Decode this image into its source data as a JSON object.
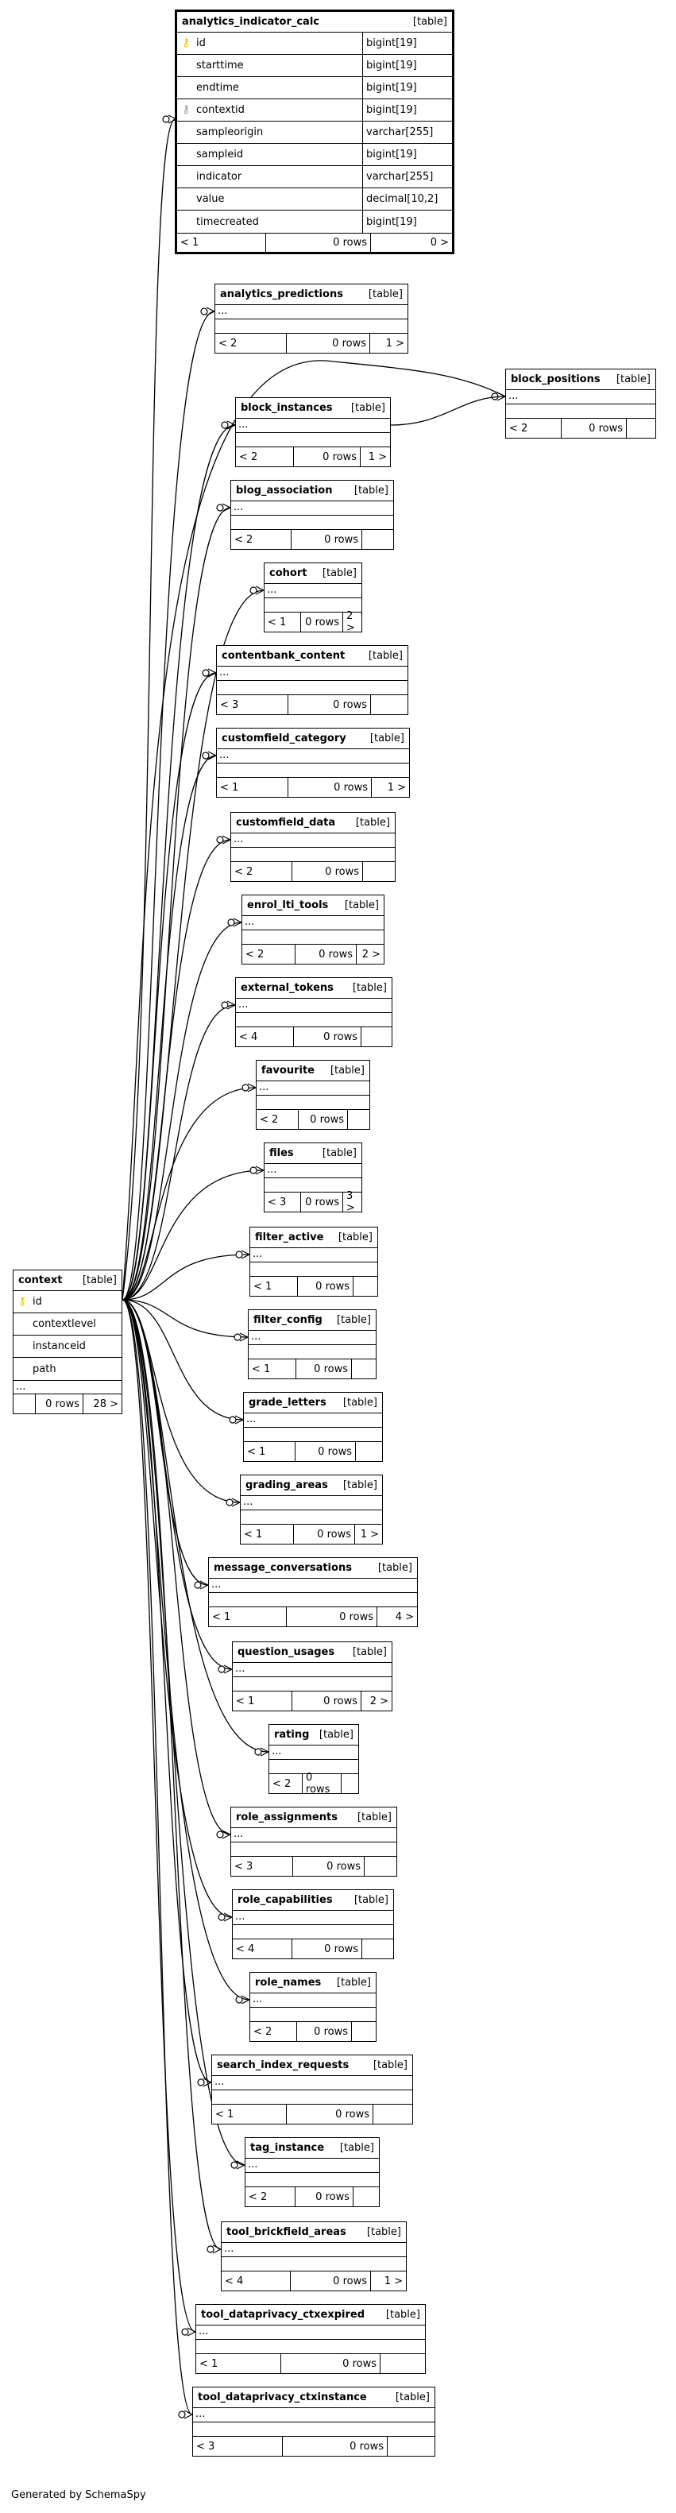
{
  "focus_table": {
    "name": "analytics_indicator_calc",
    "type": "[table]",
    "columns": [
      {
        "name": "id",
        "type": "bigint[19]",
        "key": "pk"
      },
      {
        "name": "starttime",
        "type": "bigint[19]",
        "key": ""
      },
      {
        "name": "endtime",
        "type": "bigint[19]",
        "key": ""
      },
      {
        "name": "contextid",
        "type": "bigint[19]",
        "key": "fk"
      },
      {
        "name": "sampleorigin",
        "type": "varchar[255]",
        "key": ""
      },
      {
        "name": "sampleid",
        "type": "bigint[19]",
        "key": ""
      },
      {
        "name": "indicator",
        "type": "varchar[255]",
        "key": ""
      },
      {
        "name": "value",
        "type": "decimal[10,2]",
        "key": ""
      },
      {
        "name": "timecreated",
        "type": "bigint[19]",
        "key": ""
      }
    ],
    "footer": {
      "parents": "< 1",
      "rows": "0 rows",
      "children": "0 >"
    }
  },
  "context_table": {
    "name": "context",
    "type": "[table]",
    "columns": [
      {
        "name": "id",
        "key": "pk"
      },
      {
        "name": "contextlevel",
        "key": ""
      },
      {
        "name": "instanceid",
        "key": ""
      },
      {
        "name": "path",
        "key": ""
      }
    ],
    "ellipsis": "...",
    "footer": {
      "parents": "",
      "rows": "0 rows",
      "children": "28 >"
    }
  },
  "related_tables": [
    {
      "name": "analytics_predictions",
      "type": "[table]",
      "ellipsis": "...",
      "parents": "< 2",
      "rows": "0 rows",
      "children": "1 >"
    },
    {
      "name": "block_instances",
      "type": "[table]",
      "ellipsis": "...",
      "parents": "< 2",
      "rows": "0 rows",
      "children": "1 >"
    },
    {
      "name": "block_positions",
      "type": "[table]",
      "ellipsis": "...",
      "parents": "< 2",
      "rows": "0 rows",
      "children": ""
    },
    {
      "name": "blog_association",
      "type": "[table]",
      "ellipsis": "...",
      "parents": "< 2",
      "rows": "0 rows",
      "children": ""
    },
    {
      "name": "cohort",
      "type": "[table]",
      "ellipsis": "...",
      "parents": "< 1",
      "rows": "0 rows",
      "children": "2 >"
    },
    {
      "name": "contentbank_content",
      "type": "[table]",
      "ellipsis": "...",
      "parents": "< 3",
      "rows": "0 rows",
      "children": ""
    },
    {
      "name": "customfield_category",
      "type": "[table]",
      "ellipsis": "...",
      "parents": "< 1",
      "rows": "0 rows",
      "children": "1 >"
    },
    {
      "name": "customfield_data",
      "type": "[table]",
      "ellipsis": "...",
      "parents": "< 2",
      "rows": "0 rows",
      "children": ""
    },
    {
      "name": "enrol_lti_tools",
      "type": "[table]",
      "ellipsis": "...",
      "parents": "< 2",
      "rows": "0 rows",
      "children": "2 >"
    },
    {
      "name": "external_tokens",
      "type": "[table]",
      "ellipsis": "...",
      "parents": "< 4",
      "rows": "0 rows",
      "children": ""
    },
    {
      "name": "favourite",
      "type": "[table]",
      "ellipsis": "...",
      "parents": "< 2",
      "rows": "0 rows",
      "children": ""
    },
    {
      "name": "files",
      "type": "[table]",
      "ellipsis": "...",
      "parents": "< 3",
      "rows": "0 rows",
      "children": "3 >"
    },
    {
      "name": "filter_active",
      "type": "[table]",
      "ellipsis": "...",
      "parents": "< 1",
      "rows": "0 rows",
      "children": ""
    },
    {
      "name": "filter_config",
      "type": "[table]",
      "ellipsis": "...",
      "parents": "< 1",
      "rows": "0 rows",
      "children": ""
    },
    {
      "name": "grade_letters",
      "type": "[table]",
      "ellipsis": "...",
      "parents": "< 1",
      "rows": "0 rows",
      "children": ""
    },
    {
      "name": "grading_areas",
      "type": "[table]",
      "ellipsis": "...",
      "parents": "< 1",
      "rows": "0 rows",
      "children": "1 >"
    },
    {
      "name": "message_conversations",
      "type": "[table]",
      "ellipsis": "...",
      "parents": "< 1",
      "rows": "0 rows",
      "children": "4 >"
    },
    {
      "name": "question_usages",
      "type": "[table]",
      "ellipsis": "...",
      "parents": "< 1",
      "rows": "0 rows",
      "children": "2 >"
    },
    {
      "name": "rating",
      "type": "[table]",
      "ellipsis": "...",
      "parents": "< 2",
      "rows": "0 rows",
      "children": ""
    },
    {
      "name": "role_assignments",
      "type": "[table]",
      "ellipsis": "...",
      "parents": "< 3",
      "rows": "0 rows",
      "children": ""
    },
    {
      "name": "role_capabilities",
      "type": "[table]",
      "ellipsis": "...",
      "parents": "< 4",
      "rows": "0 rows",
      "children": ""
    },
    {
      "name": "role_names",
      "type": "[table]",
      "ellipsis": "...",
      "parents": "< 2",
      "rows": "0 rows",
      "children": ""
    },
    {
      "name": "search_index_requests",
      "type": "[table]",
      "ellipsis": "...",
      "parents": "< 1",
      "rows": "0 rows",
      "children": ""
    },
    {
      "name": "tag_instance",
      "type": "[table]",
      "ellipsis": "...",
      "parents": "< 2",
      "rows": "0 rows",
      "children": ""
    },
    {
      "name": "tool_brickfield_areas",
      "type": "[table]",
      "ellipsis": "...",
      "parents": "< 4",
      "rows": "0 rows",
      "children": "1 >"
    },
    {
      "name": "tool_dataprivacy_ctxexpired",
      "type": "[table]",
      "ellipsis": "...",
      "parents": "< 1",
      "rows": "0 rows",
      "children": ""
    },
    {
      "name": "tool_dataprivacy_ctxinstance",
      "type": "[table]",
      "ellipsis": "...",
      "parents": "< 3",
      "rows": "0 rows",
      "children": ""
    }
  ],
  "credit": "Generated by SchemaSpy"
}
